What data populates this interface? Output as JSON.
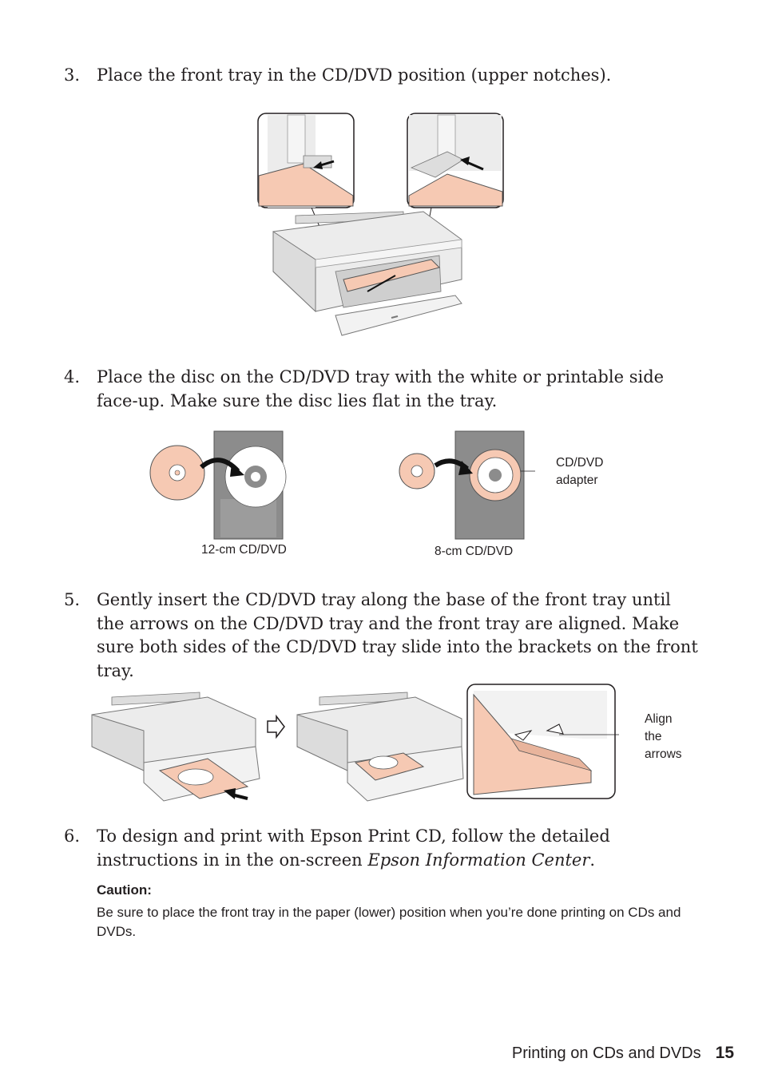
{
  "steps": [
    {
      "number": "3.",
      "text": "Place the front tray in the CD/DVD position (upper notches)."
    },
    {
      "number": "4.",
      "text": "Place the disc on the CD/DVD tray with the white or printable side face-up. Make sure the disc lies flat in the tray."
    },
    {
      "number": "5.",
      "text": "Gently insert the CD/DVD tray along the base of the front tray until the arrows on the CD/DVD tray and the front tray are aligned. Make sure both sides of the CD/DVD tray slide into the brackets on the front tray."
    },
    {
      "number": "6.",
      "text_before": "To design and print with Epson Print CD, follow the detailed instructions in in the on-screen ",
      "text_italic": "Epson Information Center",
      "text_after": "."
    }
  ],
  "figure_labels": {
    "disc_12cm": "12-cm CD/DVD",
    "disc_8cm": "8-cm CD/DVD",
    "adapter_line1": "CD/DVD",
    "adapter_line2": "adapter",
    "align_line1": "Align",
    "align_line2": "the",
    "align_line3": "arrows"
  },
  "caution": {
    "heading": "Caution:",
    "body": "Be sure to place the front tray in the paper (lower) position when you’re done printing on CDs and DVDs."
  },
  "footer": {
    "section": "Printing on CDs and DVDs",
    "page_number": "15"
  },
  "colors": {
    "peach": "#f6c9b3",
    "tray_gray": "#8c8c8c",
    "printer_gray": "#e6e6e6",
    "outline": "#444444"
  }
}
